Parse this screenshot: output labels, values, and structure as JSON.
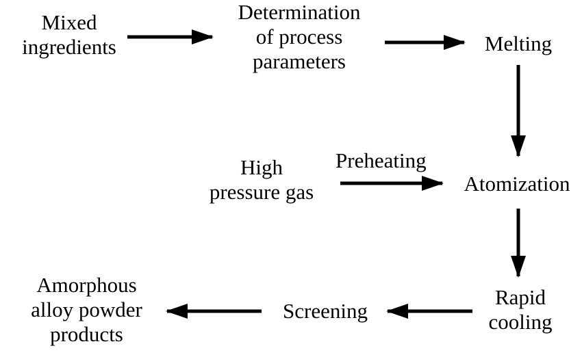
{
  "diagram": {
    "colors": {
      "ink": "#000000",
      "background": "#ffffff"
    },
    "nodes": {
      "mixed_ingredients": [
        "Mixed",
        "ingredients"
      ],
      "determination": [
        "Determination",
        "of process",
        "parameters"
      ],
      "melting": [
        "Melting"
      ],
      "high_pressure_gas": [
        "High",
        "pressure gas"
      ],
      "atomization": [
        "Atomization"
      ],
      "rapid_cooling": [
        "Rapid",
        "cooling"
      ],
      "screening": [
        "Screening"
      ],
      "amorphous_products": [
        "Amorphous",
        "alloy powder",
        "products"
      ]
    },
    "edge_labels": {
      "preheating": "Preheating"
    }
  }
}
